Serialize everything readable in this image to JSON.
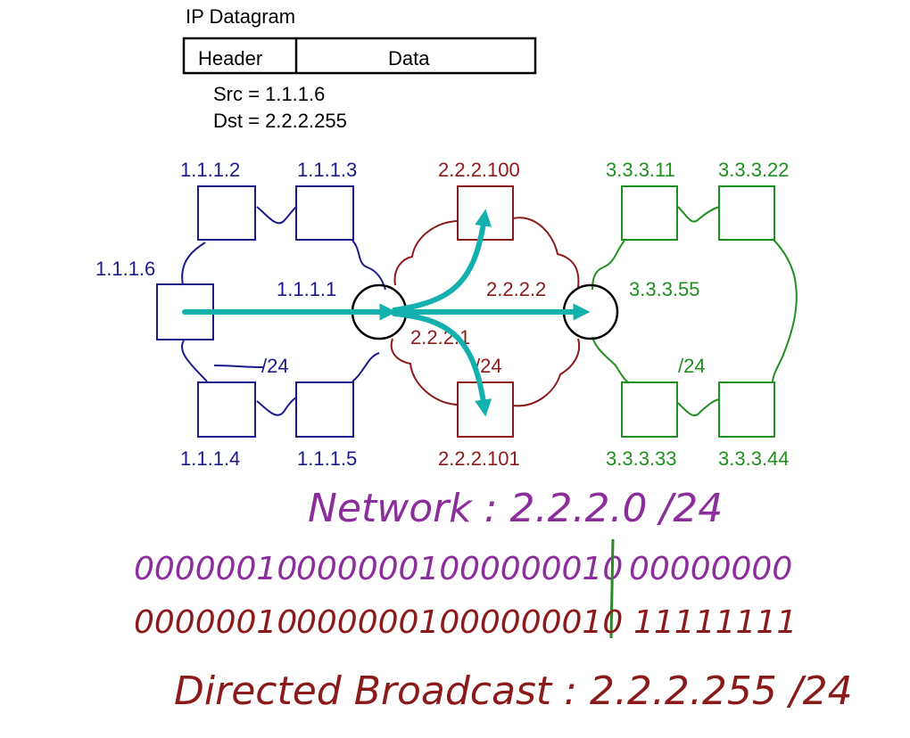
{
  "datagram": {
    "title": "IP Datagram",
    "header_label": "Header",
    "data_label": "Data",
    "src": "Src = 1.1.1.6",
    "dst": "Dst = 2.2.2.255"
  },
  "networks": {
    "blue": {
      "color": "#1a1a8c",
      "hosts": [
        "1.1.1.2",
        "1.1.1.3",
        "1.1.1.6",
        "1.1.1.4",
        "1.1.1.5"
      ],
      "router_label": "1.1.1.1",
      "prefix": "/24"
    },
    "red": {
      "color": "#8b1a1a",
      "hosts": [
        "2.2.2.100",
        "2.2.2.101"
      ],
      "router_labels": [
        "2.2.2.2",
        "2.2.2.1"
      ],
      "prefix": "/24"
    },
    "green": {
      "color": "#1f8f1f",
      "hosts": [
        "3.3.3.11",
        "3.3.3.22",
        "3.3.3.33",
        "3.3.3.44"
      ],
      "router_label": "3.3.3.55",
      "prefix": "/24"
    }
  },
  "arrow_color": "#14b0ae",
  "handwriting": {
    "network_line": "Network :  2.2.2.0 /24",
    "purple_binary": [
      "00000010",
      "00000010",
      "00000010",
      "00000000"
    ],
    "red_binary": [
      "00000010",
      "00000010",
      "00000010",
      "11111111"
    ],
    "broadcast_line": "Directed Broadcast : 2.2.2.255 /24",
    "purple_color": "#8b2d9b",
    "red_color": "#8b1a1a",
    "divider_color": "#2a8a2a"
  }
}
